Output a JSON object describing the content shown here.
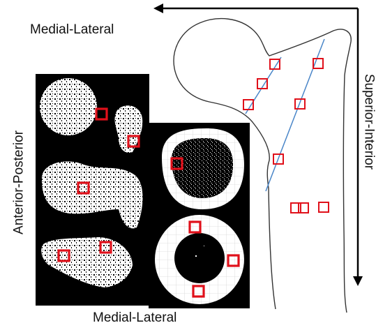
{
  "labels": {
    "top_left_axis": "Medial-Lateral",
    "left_axis": "Anterior-Posterior",
    "bottom_axis": "Medial-Lateral",
    "right_axis": "Superior-Interior"
  },
  "colors": {
    "marker": "#e0101a",
    "line": "#4a86c8",
    "outline": "#333333",
    "scan_bg": "#000000",
    "scan_fg": "#ffffff"
  }
}
